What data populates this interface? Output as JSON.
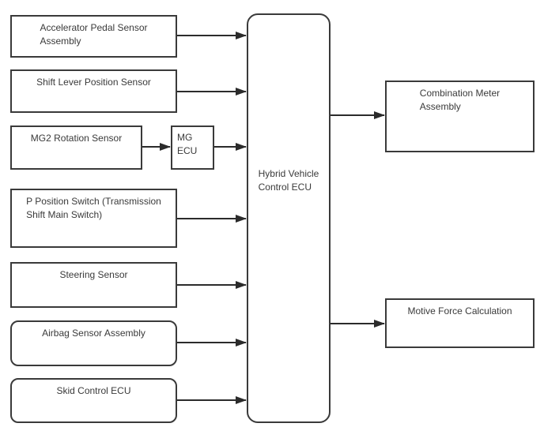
{
  "diagram": {
    "nodes": {
      "accelerator": {
        "label": "Accelerator Pedal Sensor\nAssembly"
      },
      "shift_lever": {
        "label": "Shift Lever Position Sensor"
      },
      "mg2": {
        "label": "MG2 Rotation Sensor"
      },
      "mg_ecu": {
        "label": "MG\nECU"
      },
      "p_position": {
        "label": "P Position Switch (Transmission\nShift Main Switch)"
      },
      "steering": {
        "label": "Steering Sensor"
      },
      "airbag": {
        "label": "Airbag Sensor Assembly"
      },
      "skid": {
        "label": "Skid Control ECU"
      },
      "hv_ecu": {
        "label": "Hybrid Vehicle\nControl ECU"
      },
      "combination_meter": {
        "label": "Combination Meter\nAssembly"
      },
      "motive_force": {
        "label": "Motive Force Calculation"
      }
    },
    "connections": [
      {
        "from": "Accelerator Pedal Sensor Assembly",
        "to": "Hybrid Vehicle Control ECU"
      },
      {
        "from": "Shift Lever Position Sensor",
        "to": "Hybrid Vehicle Control ECU"
      },
      {
        "from": "MG2 Rotation Sensor",
        "to": "MG ECU"
      },
      {
        "from": "MG ECU",
        "to": "Hybrid Vehicle Control ECU"
      },
      {
        "from": "P Position Switch (Transmission Shift Main Switch)",
        "to": "Hybrid Vehicle Control ECU"
      },
      {
        "from": "Steering Sensor",
        "to": "Hybrid Vehicle Control ECU"
      },
      {
        "from": "Airbag Sensor Assembly",
        "to": "Hybrid Vehicle Control ECU"
      },
      {
        "from": "Skid Control ECU",
        "to": "Hybrid Vehicle Control ECU"
      },
      {
        "from": "Hybrid Vehicle Control ECU",
        "to": "Combination Meter Assembly"
      },
      {
        "from": "Hybrid Vehicle Control ECU",
        "to": "Motive Force Calculation"
      }
    ],
    "colors": {
      "background": "#ffffff",
      "border": "#3a3a3a",
      "text": "#3a3a3a",
      "arrow": "#2b2b2b"
    }
  }
}
